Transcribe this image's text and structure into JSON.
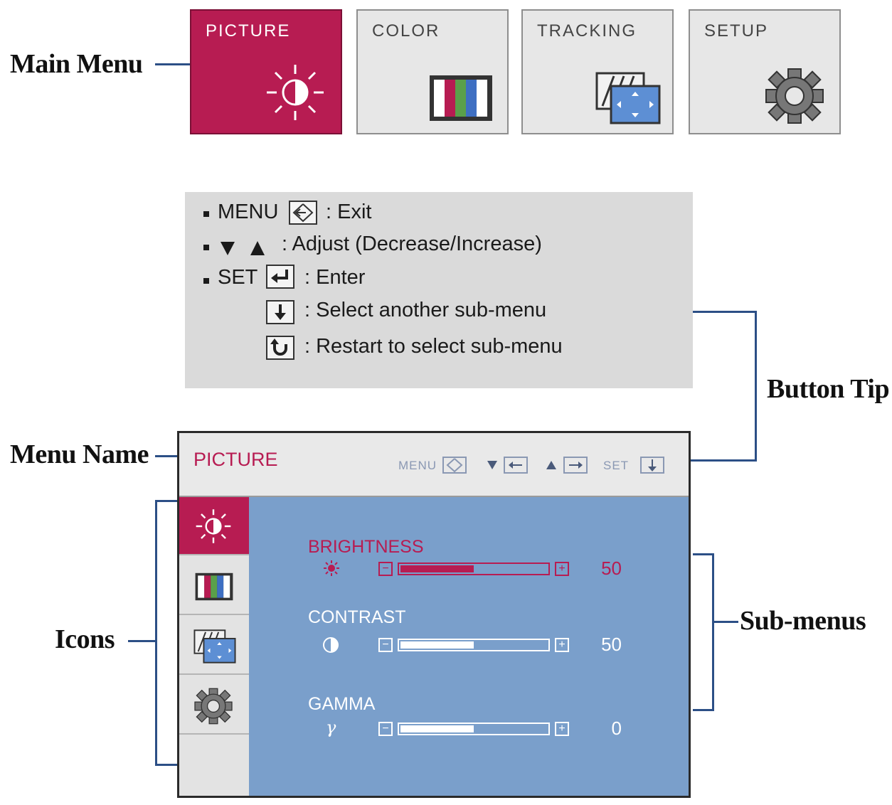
{
  "callouts": {
    "main_menu": "Main Menu",
    "menu_name": "Menu Name",
    "icons": "Icons",
    "button_tip": "Button Tip",
    "sub_menus": "Sub-menus"
  },
  "main_menu": {
    "tabs": [
      {
        "label": "PICTURE",
        "icon": "brightness-icon",
        "active": true
      },
      {
        "label": "COLOR",
        "icon": "color-bars-icon",
        "active": false
      },
      {
        "label": "TRACKING",
        "icon": "tracking-icon",
        "active": false
      },
      {
        "label": "SETUP",
        "icon": "gear-icon",
        "active": false
      }
    ]
  },
  "button_tip": {
    "rows": [
      {
        "key": "MENU",
        "text": ": Exit"
      },
      {
        "key": "",
        "text": ": Adjust (Decrease/Increase)"
      },
      {
        "key": "SET",
        "text": ": Enter"
      },
      {
        "key": "",
        "text": ": Select another sub-menu"
      },
      {
        "key": "",
        "text": ": Restart to select sub-menu"
      }
    ]
  },
  "osd": {
    "title": "PICTURE",
    "header_menu": "MENU",
    "header_set": "SET",
    "submenus": [
      {
        "name": "BRIGHTNESS",
        "value": "50",
        "level": 0.5,
        "active": true,
        "icon": "sun-icon"
      },
      {
        "name": "CONTRAST",
        "value": "50",
        "level": 0.5,
        "active": false,
        "icon": "contrast-icon"
      },
      {
        "name": "GAMMA",
        "value": "0",
        "level": 0.5,
        "active": false,
        "icon": "gamma-icon",
        "symbol": "γ"
      }
    ]
  },
  "colors": {
    "accent": "#b71c52",
    "osd_background": "#7a9fcb",
    "leader_line": "#2c4f86"
  }
}
